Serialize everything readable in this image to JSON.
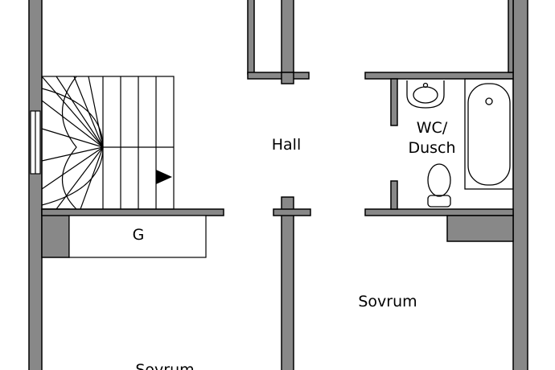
{
  "colors": {
    "wall": "#888888",
    "line": "#000000",
    "background": "#ffffff"
  },
  "rooms": {
    "hall": "Hall",
    "wc_line1": "WC/",
    "wc_line2": "Dusch",
    "garderob": "G",
    "sovrum_right": "Sovrum",
    "sovrum_left": "Sovrum"
  }
}
